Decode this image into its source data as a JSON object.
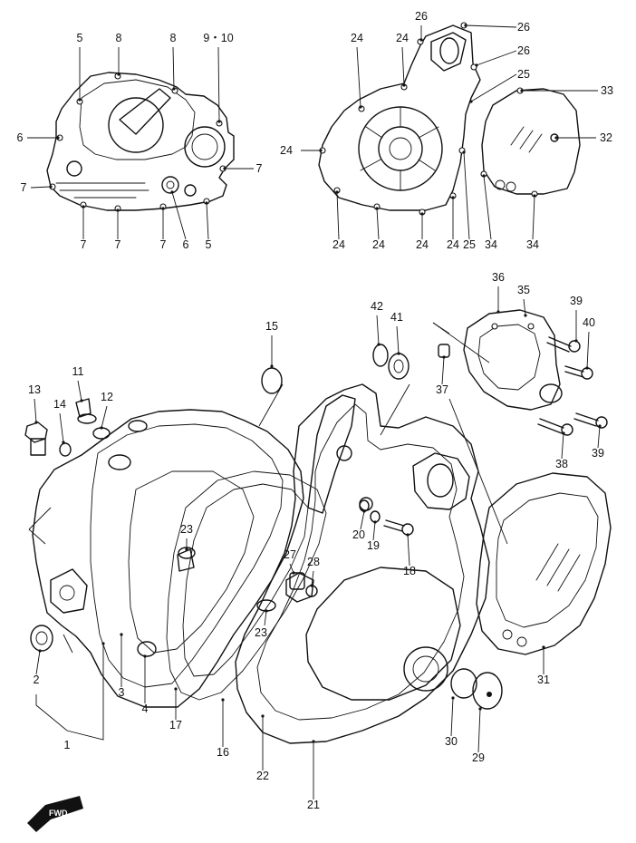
{
  "colors": {
    "ink": "#111111",
    "paper": "#ffffff"
  },
  "fwd_label": "FWD",
  "callouts": [
    {
      "id": "c5a",
      "label": "5"
    },
    {
      "id": "c8a",
      "label": "8"
    },
    {
      "id": "c8b",
      "label": "8"
    },
    {
      "id": "c910",
      "label": "9・10"
    },
    {
      "id": "c6a",
      "label": "6"
    },
    {
      "id": "c7r",
      "label": "7"
    },
    {
      "id": "c7l",
      "label": "7"
    },
    {
      "id": "c7b1",
      "label": "7"
    },
    {
      "id": "c7b2",
      "label": "7"
    },
    {
      "id": "c7b3",
      "label": "7"
    },
    {
      "id": "c6b",
      "label": "6"
    },
    {
      "id": "c5b",
      "label": "5"
    },
    {
      "id": "c24a",
      "label": "24"
    },
    {
      "id": "c24b",
      "label": "24"
    },
    {
      "id": "c26a",
      "label": "26"
    },
    {
      "id": "c26b",
      "label": "26"
    },
    {
      "id": "c26c",
      "label": "26"
    },
    {
      "id": "c25a",
      "label": "25"
    },
    {
      "id": "c33",
      "label": "33"
    },
    {
      "id": "c32",
      "label": "32"
    },
    {
      "id": "c24c",
      "label": "24"
    },
    {
      "id": "c24d",
      "label": "24"
    },
    {
      "id": "c24e",
      "label": "24"
    },
    {
      "id": "c24f",
      "label": "24"
    },
    {
      "id": "c24g",
      "label": "24"
    },
    {
      "id": "c25b",
      "label": "25"
    },
    {
      "id": "c34a",
      "label": "34"
    },
    {
      "id": "c34b",
      "label": "34"
    },
    {
      "id": "c36",
      "label": "36"
    },
    {
      "id": "c35",
      "label": "35"
    },
    {
      "id": "c39a",
      "label": "39"
    },
    {
      "id": "c40",
      "label": "40"
    },
    {
      "id": "c42",
      "label": "42"
    },
    {
      "id": "c41",
      "label": "41"
    },
    {
      "id": "c15",
      "label": "15"
    },
    {
      "id": "c37",
      "label": "37"
    },
    {
      "id": "c11",
      "label": "11"
    },
    {
      "id": "c13",
      "label": "13"
    },
    {
      "id": "c14",
      "label": "14"
    },
    {
      "id": "c12",
      "label": "12"
    },
    {
      "id": "c38",
      "label": "38"
    },
    {
      "id": "c39b",
      "label": "39"
    },
    {
      "id": "c23a",
      "label": "23"
    },
    {
      "id": "c20",
      "label": "20"
    },
    {
      "id": "c19",
      "label": "19"
    },
    {
      "id": "c27",
      "label": "27"
    },
    {
      "id": "c28",
      "label": "28"
    },
    {
      "id": "c18",
      "label": "18"
    },
    {
      "id": "c23b",
      "label": "23"
    },
    {
      "id": "c2",
      "label": "2"
    },
    {
      "id": "c3",
      "label": "3"
    },
    {
      "id": "c4",
      "label": "4"
    },
    {
      "id": "c17",
      "label": "17"
    },
    {
      "id": "c31",
      "label": "31"
    },
    {
      "id": "c1",
      "label": "1"
    },
    {
      "id": "c16",
      "label": "16"
    },
    {
      "id": "c22",
      "label": "22"
    },
    {
      "id": "c30",
      "label": "30"
    },
    {
      "id": "c29",
      "label": "29"
    },
    {
      "id": "c21",
      "label": "21"
    }
  ]
}
